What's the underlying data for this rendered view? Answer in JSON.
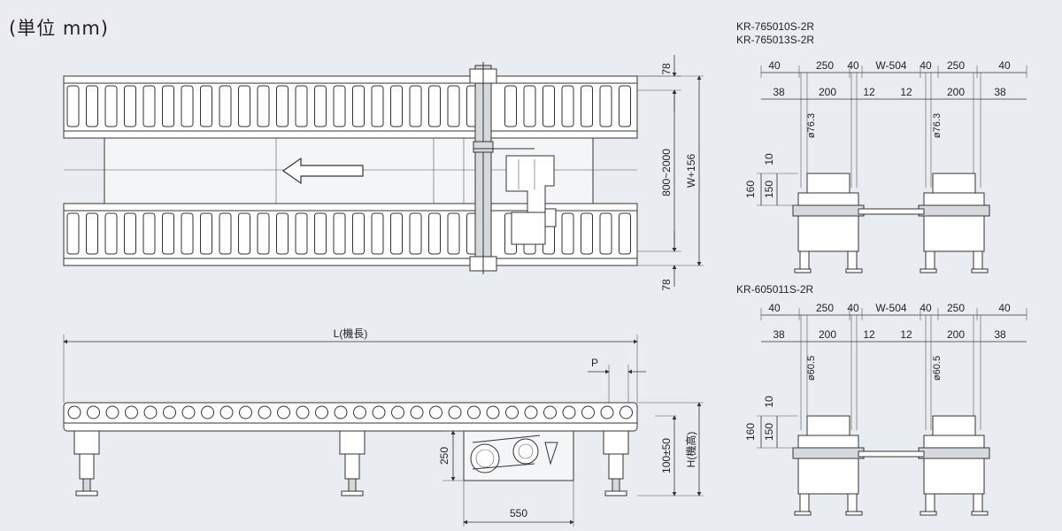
{
  "unit_label": "(単位 mm)",
  "top_view": {
    "dim_top": "78",
    "dim_mid": "800~2000",
    "dim_bottom": "78",
    "dim_total": "W+156"
  },
  "side_view": {
    "length_label": "L(機長)",
    "pitch_label": "P",
    "motor_height": "250",
    "height_adj": "100±50",
    "height_label": "H(機高)",
    "motor_width": "550"
  },
  "end_view_upper": {
    "model_1": "KR-765010S-2R",
    "model_2": "KR-765013S-2R",
    "row1": [
      "40",
      "250",
      "40",
      "W-504",
      "40",
      "250",
      "40"
    ],
    "row2": [
      "38",
      "200",
      "12",
      "12",
      "200",
      "38"
    ],
    "diameter": "ø76.3",
    "h_small": "10",
    "h_mid": "150",
    "h_total": "160"
  },
  "end_view_lower": {
    "model_1": "KR-605011S-2R",
    "row1": [
      "40",
      "250",
      "40",
      "W-504",
      "40",
      "250",
      "40"
    ],
    "row2": [
      "38",
      "200",
      "12",
      "12",
      "200",
      "38"
    ],
    "diameter": "ø60.5",
    "h_small": "10",
    "h_mid": "150",
    "h_total": "160"
  }
}
